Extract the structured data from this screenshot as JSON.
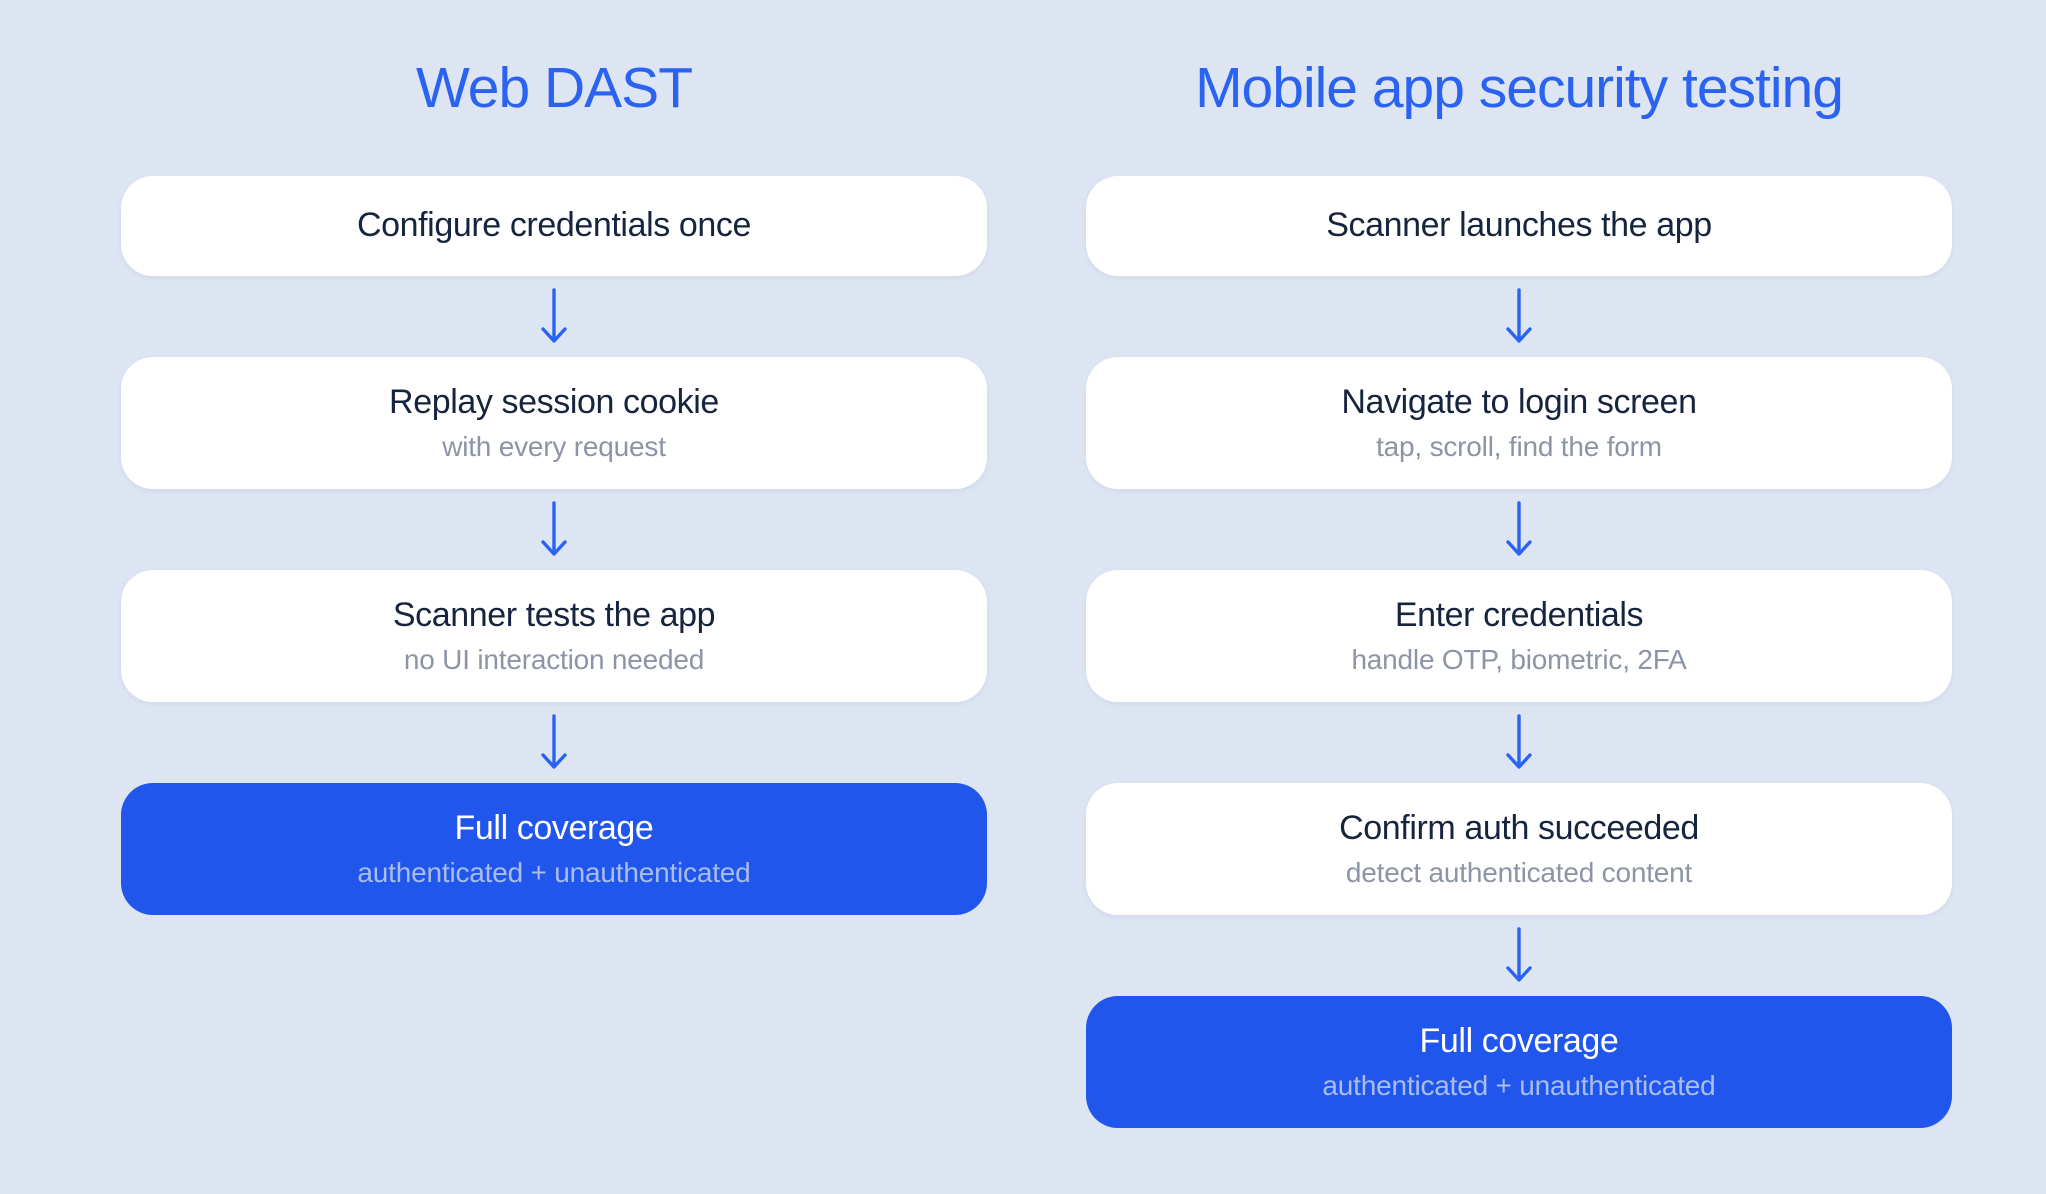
{
  "page": {
    "background_color": "#dde4f2",
    "accent_color": "#2a63f2",
    "highlight_box_color": "#2156ec",
    "card_color": "#ffffff",
    "heading_text_color": "#17243e",
    "subtext_color": "#8c94a6",
    "highlight_subtext_color": "#a9bdec"
  },
  "columns": [
    {
      "title": "Web DAST",
      "steps": [
        {
          "label": "Configure credentials once"
        },
        {
          "label": "Replay session cookie",
          "sublabel": "with every request"
        },
        {
          "label": "Scanner tests the app",
          "sublabel": "no UI interaction needed"
        },
        {
          "label": "Full coverage",
          "sublabel": "authenticated + unauthenticated",
          "highlight": true
        }
      ]
    },
    {
      "title": "Mobile app security testing",
      "steps": [
        {
          "label": "Scanner launches the app"
        },
        {
          "label": "Navigate to login screen",
          "sublabel": "tap, scroll, find the form"
        },
        {
          "label": "Enter credentials",
          "sublabel": "handle OTP, biometric, 2FA"
        },
        {
          "label": "Confirm auth succeeded",
          "sublabel": "detect authenticated content"
        },
        {
          "label": "Full coverage",
          "sublabel": "authenticated + unauthenticated",
          "highlight": true
        }
      ]
    }
  ]
}
